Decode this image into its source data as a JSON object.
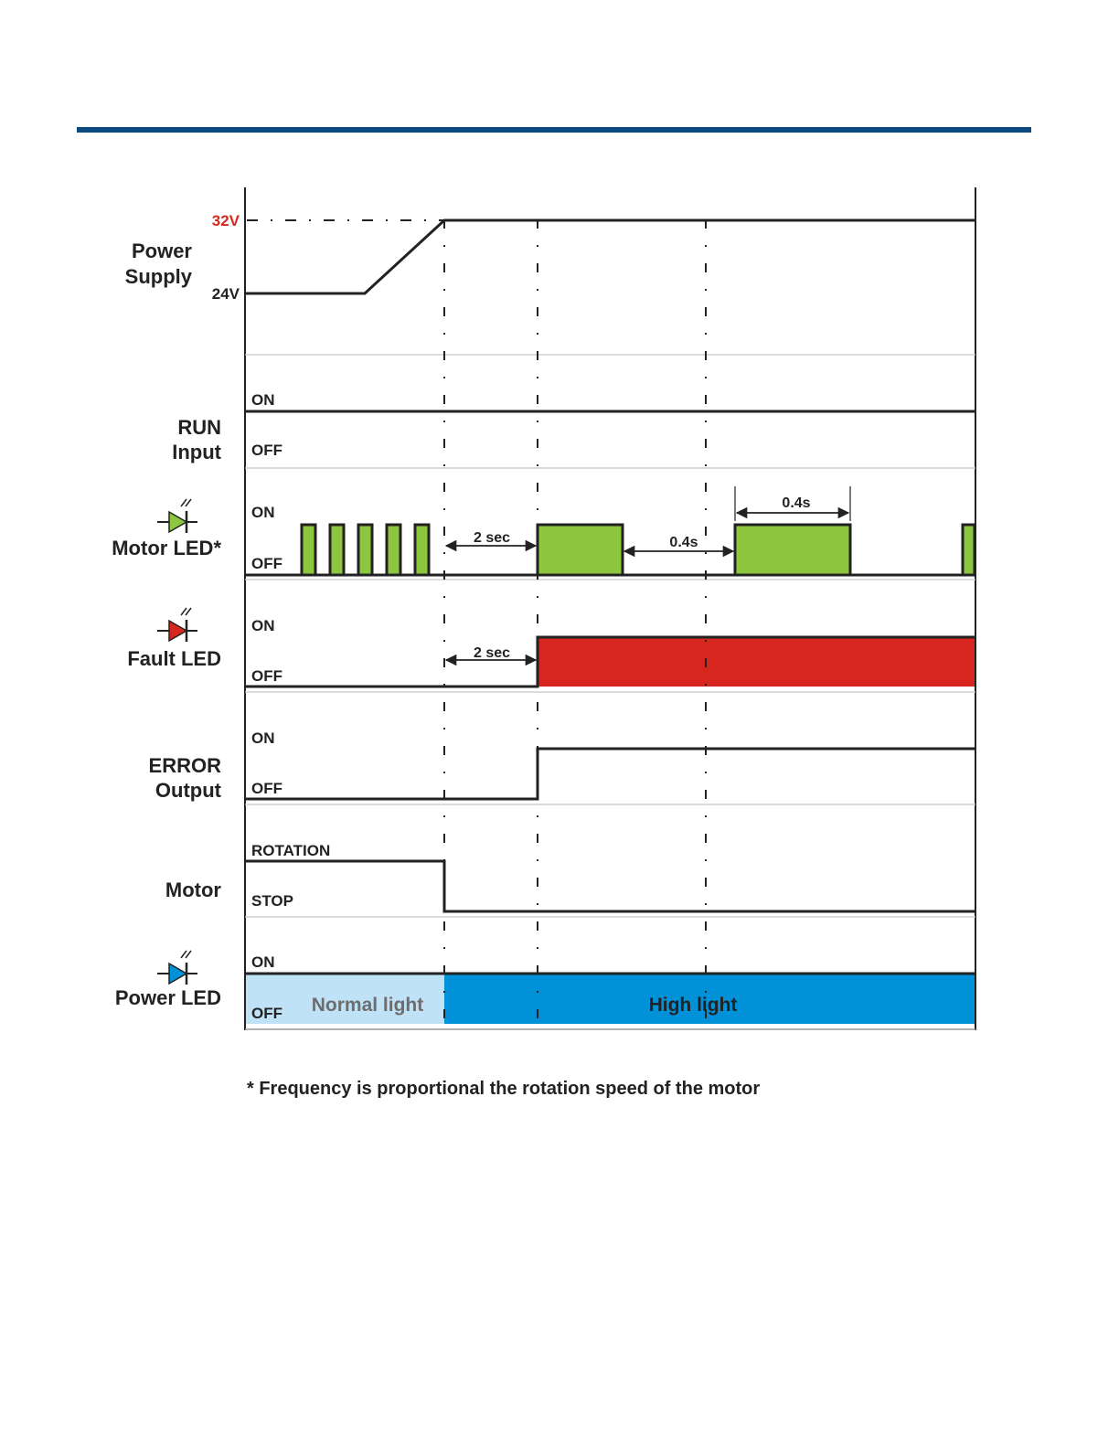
{
  "signals": {
    "power_supply": {
      "name_line1": "Power",
      "name_line2": "Supply",
      "high_level": "32V",
      "low_level": "24V"
    },
    "run_input": {
      "name_line1": "RUN",
      "name_line2": "Input",
      "on": "ON",
      "off": "OFF"
    },
    "motor_led": {
      "name": "Motor LED*",
      "on": "ON",
      "off": "OFF"
    },
    "fault_led": {
      "name": "Fault LED",
      "on": "ON",
      "off": "OFF"
    },
    "error_output": {
      "name_line1": "ERROR",
      "name_line2": "Output",
      "on": "ON",
      "off": "OFF"
    },
    "motor": {
      "name": "Motor",
      "on": "ROTATION",
      "off": "STOP"
    },
    "power_led": {
      "name": "Power LED",
      "on": "ON",
      "off": "OFF",
      "normal": "Normal light",
      "high": "High light"
    }
  },
  "durations": {
    "motor_delay": "2 sec",
    "motor_gap": "0.4s",
    "motor_pulse": "0.4s",
    "fault_delay": "2 sec"
  },
  "footnote": "* Frequency is proportional the rotation speed of the motor",
  "colors": {
    "rule": "#0b4a80",
    "voltage_high": "#d42a20",
    "motor_led": "#8dc63f",
    "fault_led": "#d7261e",
    "power_led_normal": "#bfe2f7",
    "power_led_high": "#0091d9"
  },
  "icons": {
    "motor_led": "green-led-icon",
    "fault_led": "red-led-icon",
    "power_led": "blue-led-icon"
  }
}
